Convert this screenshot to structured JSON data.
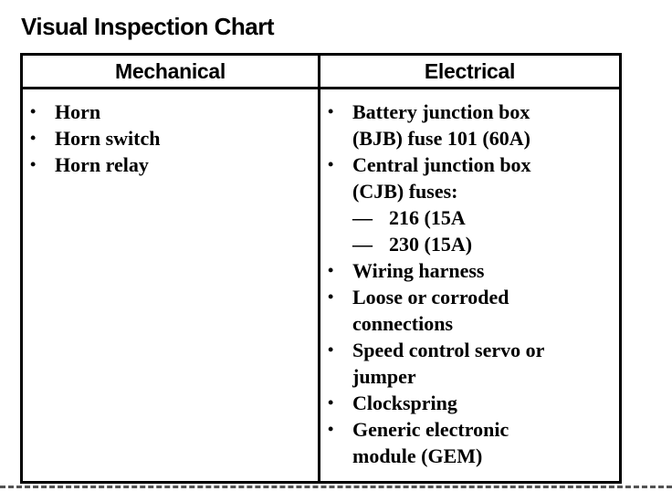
{
  "title": "Visual Inspection Chart",
  "markers": {
    "bullet": "•",
    "dash": "—"
  },
  "table": {
    "headers": [
      "Mechanical",
      "Electrical"
    ],
    "mechanical": [
      "Horn",
      "Horn switch",
      "Horn relay"
    ],
    "electrical": [
      "Battery junction box (BJB) fuse 101 (60A)",
      "Central junction box (CJB) fuses:",
      "216 (15A",
      "230 (15A)",
      "Wiring harness",
      "Loose or corroded connections",
      "Speed control servo or jumper",
      "Clockspring",
      "Generic electronic module (GEM)"
    ]
  },
  "colors": {
    "ink": "#000000",
    "paper": "#ffffff"
  }
}
